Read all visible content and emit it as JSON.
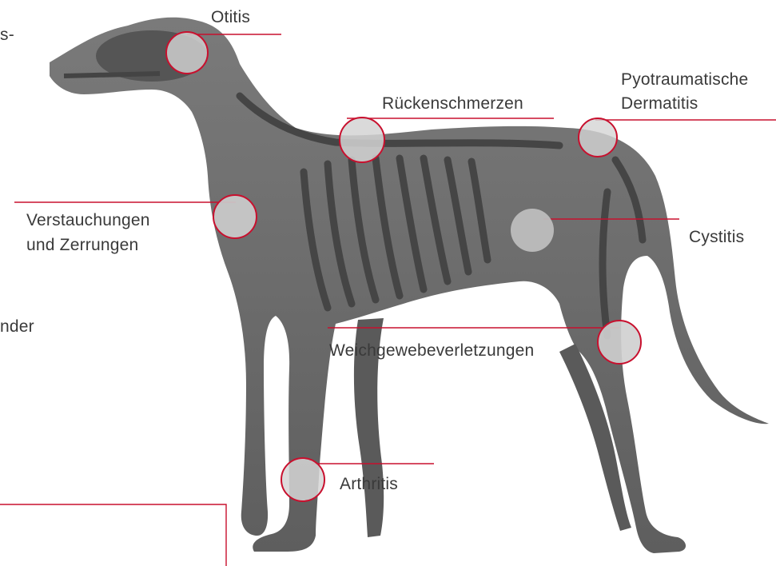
{
  "labels": {
    "otitis": "Otitis",
    "back_pain": "Rückenschmerzen",
    "pyotraumatic_line1": "Pyotraumatische",
    "pyotraumatic_line2": "Dermatitis",
    "sprains_line1": "Verstauchungen",
    "sprains_line2": "und Zerrungen",
    "cystitis": "Cystitis",
    "soft_tissue": "Weichgewebeverletzungen",
    "arthritis": "Arthritis",
    "cut_left_top": "s-",
    "cut_left_mid": "nder"
  },
  "colors": {
    "accent": "#c8102e",
    "dog_body": "#6b6b6b",
    "skeleton": "#4a4a4a",
    "highlight": "#cfcfcf",
    "text": "#3a3a3a"
  }
}
